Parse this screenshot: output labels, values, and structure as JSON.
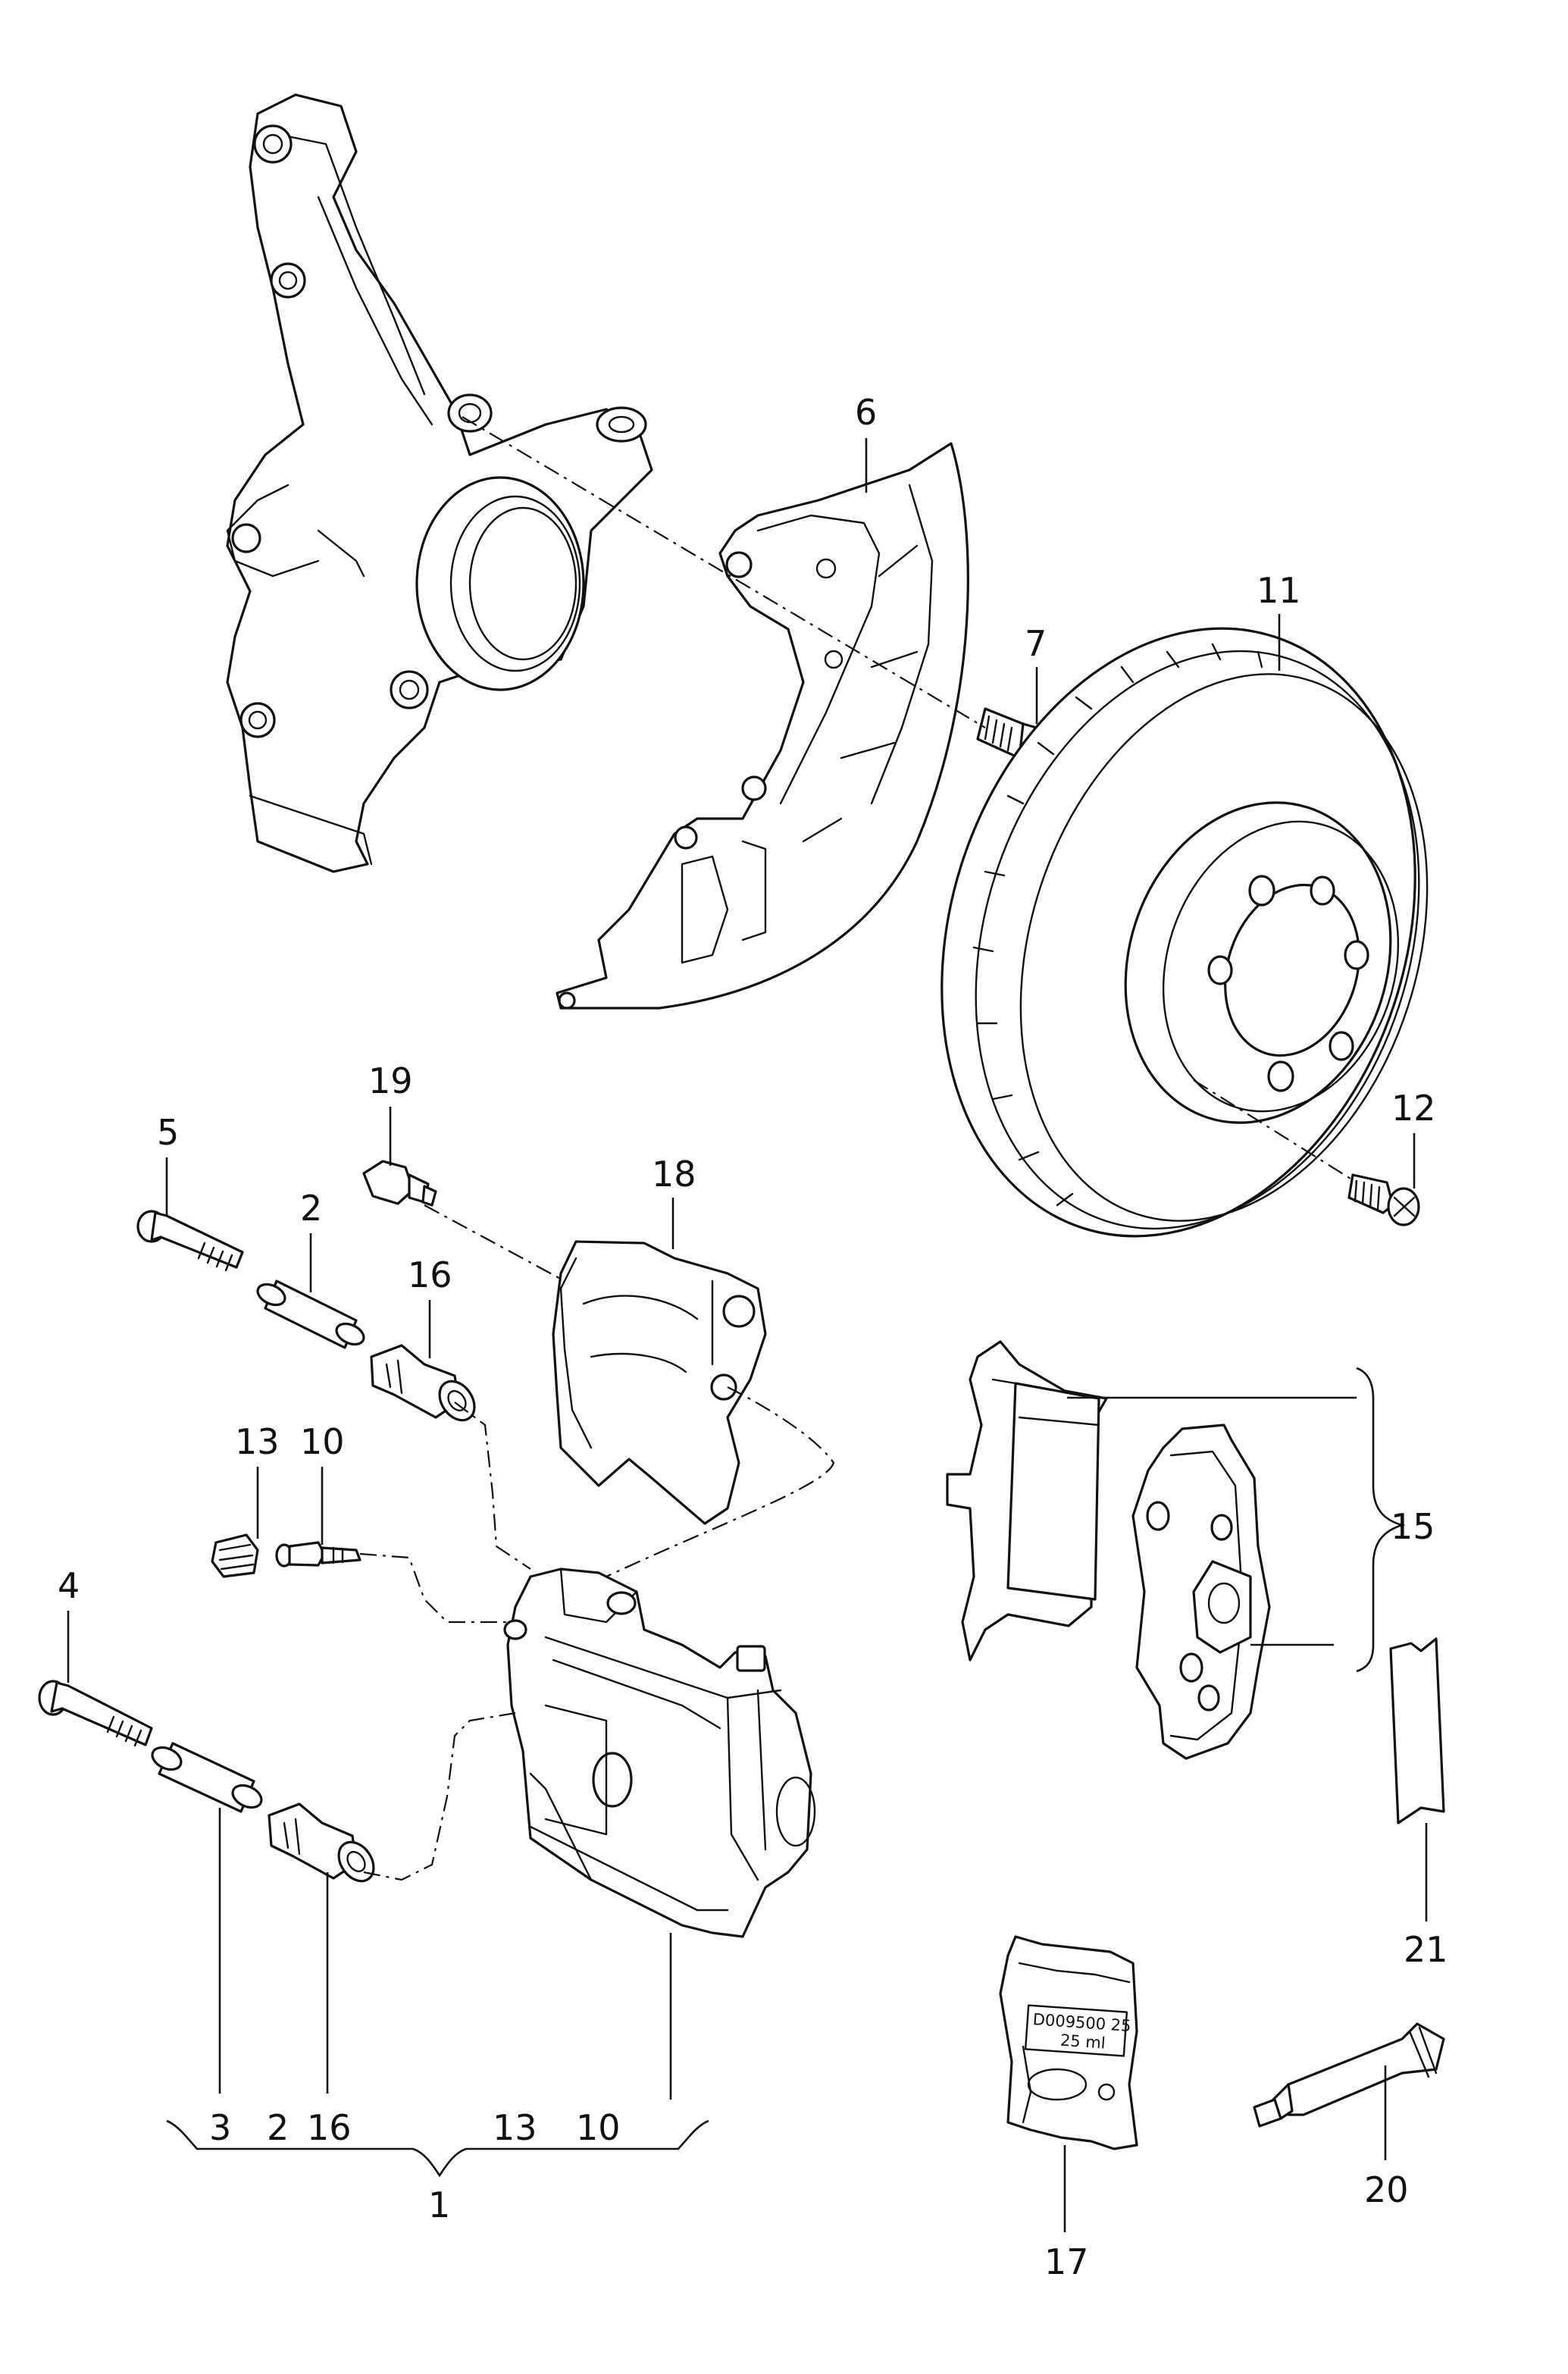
{
  "callouts": {
    "c1": "1",
    "c2a": "2",
    "c2b": "2",
    "c3": "3",
    "c4": "4",
    "c5": "5",
    "c6": "6",
    "c7": "7",
    "c10a": "10",
    "c10b": "10",
    "c11": "11",
    "c12": "12",
    "c13a": "13",
    "c13b": "13",
    "c15": "15",
    "c16a": "16",
    "c16b": "16",
    "c17": "17",
    "c18": "18",
    "c19": "19",
    "c20": "20",
    "c21": "21"
  },
  "packet_label": {
    "line1": "D009500 25",
    "line2": "25 ml"
  }
}
